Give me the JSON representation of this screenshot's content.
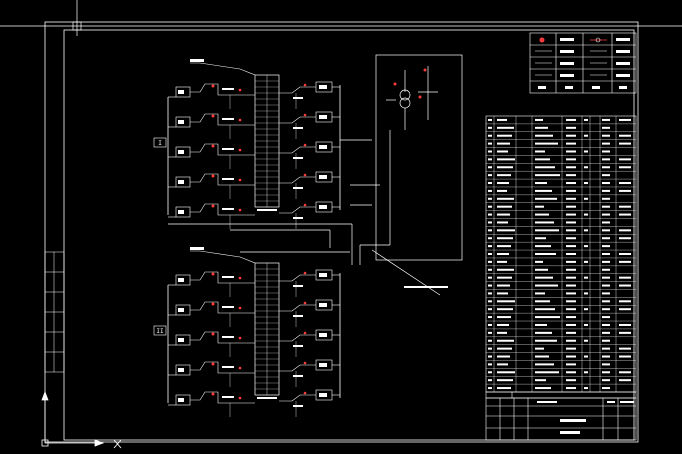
{
  "colors": {
    "background": "#000000",
    "frame": "#ffffff",
    "wire": "#ffffff",
    "symbol_red": "#ff3b3b",
    "crosshair": "#ffffff"
  },
  "drawing": {
    "upper_panel_label": "I",
    "lower_panel_label": "II",
    "legend_title": "",
    "equipment_table_rows": 35,
    "title_block": {
      "drawing_name": "",
      "sheet_label": ""
    }
  },
  "icons": {
    "ucs": "ucs-axis-icon",
    "cursor": "crosshair-cursor-icon",
    "x_marker": "x-marker-icon"
  }
}
